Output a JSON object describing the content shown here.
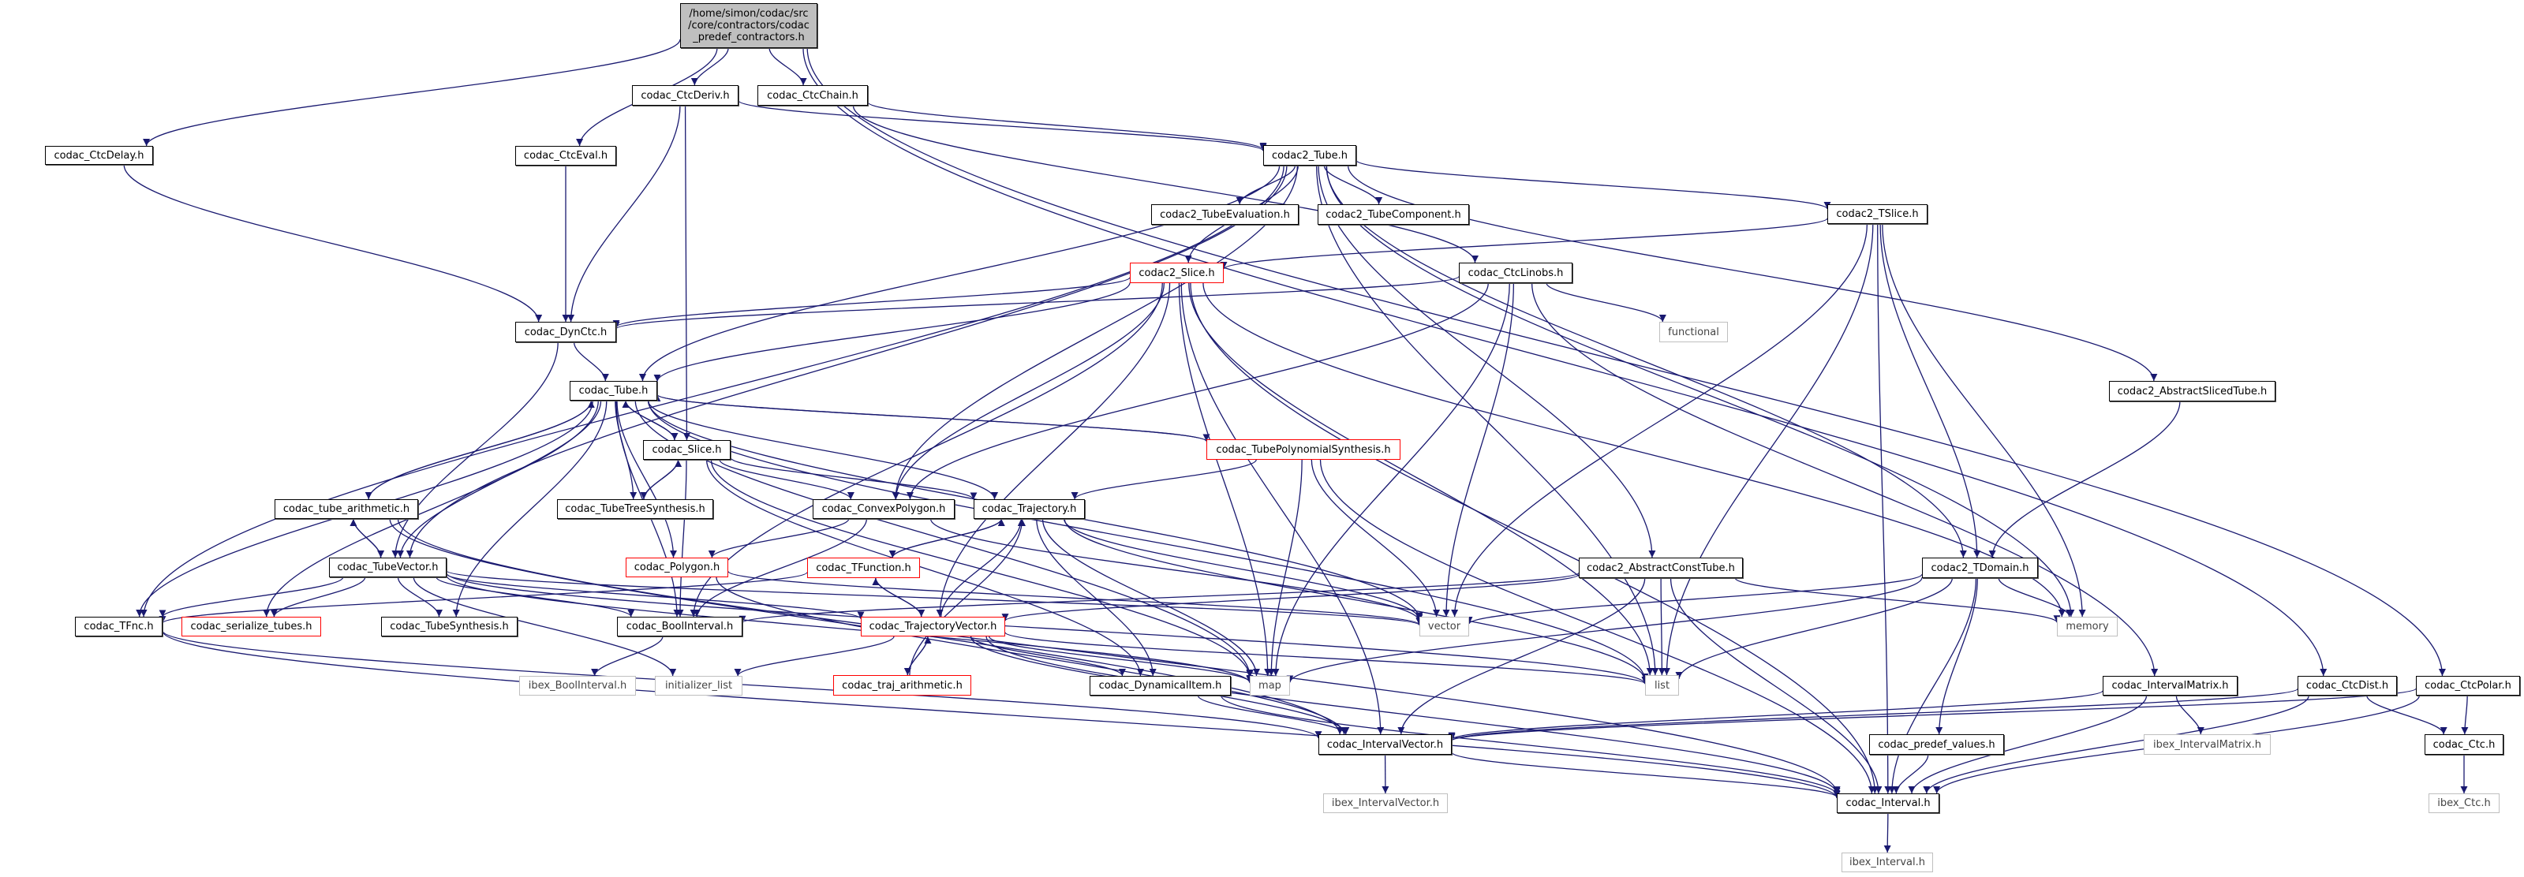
{
  "graph": {
    "title": "/home/simon/codac/src/core/contractors/codac_predef_contractors.h",
    "edge_color": "#191970",
    "nodes": [
      {
        "id": "root",
        "label": "/home/simon/codac/src\n/core/contractors/codac\n_predef_contractors.h",
        "kind": "root"
      },
      {
        "id": "CtcDeriv",
        "label": "codac_CtcDeriv.h",
        "kind": "normal"
      },
      {
        "id": "CtcChain",
        "label": "codac_CtcChain.h",
        "kind": "normal"
      },
      {
        "id": "CtcDelay",
        "label": "codac_CtcDelay.h",
        "kind": "normal"
      },
      {
        "id": "CtcEval",
        "label": "codac_CtcEval.h",
        "kind": "normal"
      },
      {
        "id": "c2Tube",
        "label": "codac2_Tube.h",
        "kind": "normal"
      },
      {
        "id": "c2TubeEvaluation",
        "label": "codac2_TubeEvaluation.h",
        "kind": "normal"
      },
      {
        "id": "c2TubeComponent",
        "label": "codac2_TubeComponent.h",
        "kind": "normal"
      },
      {
        "id": "c2TSlice",
        "label": "codac2_TSlice.h",
        "kind": "normal"
      },
      {
        "id": "c2Slice",
        "label": "codac2_Slice.h",
        "kind": "incomplete"
      },
      {
        "id": "CtcLinobs",
        "label": "codac_CtcLinobs.h",
        "kind": "normal"
      },
      {
        "id": "functional",
        "label": "functional",
        "kind": "external"
      },
      {
        "id": "DynCtc",
        "label": "codac_DynCtc.h",
        "kind": "normal"
      },
      {
        "id": "c2AbstractSlicedTube",
        "label": "codac2_AbstractSlicedTube.h",
        "kind": "normal"
      },
      {
        "id": "Tube",
        "label": "codac_Tube.h",
        "kind": "normal"
      },
      {
        "id": "Slice",
        "label": "codac_Slice.h",
        "kind": "normal"
      },
      {
        "id": "TubePolynomialSynthesis",
        "label": "codac_TubePolynomialSynthesis.h",
        "kind": "incomplete"
      },
      {
        "id": "tube_arithmetic",
        "label": "codac_tube_arithmetic.h",
        "kind": "normal"
      },
      {
        "id": "TubeTreeSynthesis",
        "label": "codac_TubeTreeSynthesis.h",
        "kind": "normal"
      },
      {
        "id": "ConvexPolygon",
        "label": "codac_ConvexPolygon.h",
        "kind": "normal"
      },
      {
        "id": "Trajectory",
        "label": "codac_Trajectory.h",
        "kind": "normal"
      },
      {
        "id": "TubeVector",
        "label": "codac_TubeVector.h",
        "kind": "normal"
      },
      {
        "id": "Polygon",
        "label": "codac_Polygon.h",
        "kind": "incomplete"
      },
      {
        "id": "TFunction",
        "label": "codac_TFunction.h",
        "kind": "incomplete"
      },
      {
        "id": "c2AbstractConstTube",
        "label": "codac2_AbstractConstTube.h",
        "kind": "normal"
      },
      {
        "id": "c2TDomain",
        "label": "codac2_TDomain.h",
        "kind": "normal"
      },
      {
        "id": "TFnc",
        "label": "codac_TFnc.h",
        "kind": "normal"
      },
      {
        "id": "serialize_tubes",
        "label": "codac_serialize_tubes.h",
        "kind": "incomplete"
      },
      {
        "id": "TubeSynthesis",
        "label": "codac_TubeSynthesis.h",
        "kind": "normal"
      },
      {
        "id": "BoolInterval",
        "label": "codac_BoolInterval.h",
        "kind": "normal"
      },
      {
        "id": "TrajectoryVector",
        "label": "codac_TrajectoryVector.h",
        "kind": "incomplete"
      },
      {
        "id": "vector",
        "label": "vector",
        "kind": "external"
      },
      {
        "id": "memory",
        "label": "memory",
        "kind": "external"
      },
      {
        "id": "ibex_BoolInterval",
        "label": "ibex_BoolInterval.h",
        "kind": "external"
      },
      {
        "id": "initializer_list",
        "label": "initializer_list",
        "kind": "external"
      },
      {
        "id": "traj_arithmetic",
        "label": "codac_traj_arithmetic.h",
        "kind": "incomplete"
      },
      {
        "id": "DynamicalItem",
        "label": "codac_DynamicalItem.h",
        "kind": "normal"
      },
      {
        "id": "map",
        "label": "map",
        "kind": "external"
      },
      {
        "id": "list",
        "label": "list",
        "kind": "external"
      },
      {
        "id": "IntervalMatrix",
        "label": "codac_IntervalMatrix.h",
        "kind": "normal"
      },
      {
        "id": "CtcDist",
        "label": "codac_CtcDist.h",
        "kind": "normal"
      },
      {
        "id": "CtcPolar",
        "label": "codac_CtcPolar.h",
        "kind": "normal"
      },
      {
        "id": "IntervalVector",
        "label": "codac_IntervalVector.h",
        "kind": "normal"
      },
      {
        "id": "predef_values",
        "label": "codac_predef_values.h",
        "kind": "normal"
      },
      {
        "id": "ibex_IntervalMatrix",
        "label": "ibex_IntervalMatrix.h",
        "kind": "external"
      },
      {
        "id": "Ctc",
        "label": "codac_Ctc.h",
        "kind": "normal"
      },
      {
        "id": "ibex_IntervalVector",
        "label": "ibex_IntervalVector.h",
        "kind": "external"
      },
      {
        "id": "Interval",
        "label": "codac_Interval.h",
        "kind": "normal"
      },
      {
        "id": "ibex_Ctc",
        "label": "ibex_Ctc.h",
        "kind": "external"
      },
      {
        "id": "ibex_Interval",
        "label": "ibex_Interval.h",
        "kind": "external"
      }
    ],
    "edges": [
      [
        "root",
        "CtcDelay"
      ],
      [
        "root",
        "CtcEval"
      ],
      [
        "root",
        "CtcDeriv"
      ],
      [
        "root",
        "CtcChain"
      ],
      [
        "root",
        "CtcDist"
      ],
      [
        "root",
        "CtcPolar"
      ],
      [
        "CtcDeriv",
        "c2Tube"
      ],
      [
        "CtcDeriv",
        "DynCtc"
      ],
      [
        "CtcDeriv",
        "Slice"
      ],
      [
        "CtcChain",
        "c2Tube"
      ],
      [
        "CtcChain",
        "CtcLinobs"
      ],
      [
        "CtcDelay",
        "DynCtc"
      ],
      [
        "CtcEval",
        "DynCtc"
      ],
      [
        "c2Tube",
        "c2TubeEvaluation"
      ],
      [
        "c2Tube",
        "c2TubeComponent"
      ],
      [
        "c2Tube",
        "c2TSlice"
      ],
      [
        "c2Tube",
        "c2Slice"
      ],
      [
        "c2Tube",
        "Tube"
      ],
      [
        "c2Tube",
        "TubeVector"
      ],
      [
        "c2Tube",
        "ConvexPolygon"
      ],
      [
        "c2Tube",
        "TFnc"
      ],
      [
        "c2Tube",
        "c2AbstractSlicedTube"
      ],
      [
        "c2Tube",
        "c2AbstractConstTube"
      ],
      [
        "c2Tube",
        "c2TDomain"
      ],
      [
        "c2Tube",
        "list"
      ],
      [
        "c2Tube",
        "memory"
      ],
      [
        "c2TSlice",
        "c2Slice"
      ],
      [
        "c2TSlice",
        "vector"
      ],
      [
        "c2TSlice",
        "list"
      ],
      [
        "c2TSlice",
        "memory"
      ],
      [
        "c2TSlice",
        "Interval"
      ],
      [
        "c2TSlice",
        "c2TDomain"
      ],
      [
        "c2Slice",
        "DynCtc"
      ],
      [
        "c2Slice",
        "Tube"
      ],
      [
        "c2Slice",
        "ConvexPolygon"
      ],
      [
        "c2Slice",
        "TrajectoryVector"
      ],
      [
        "c2Slice",
        "BoolInterval"
      ],
      [
        "c2Slice",
        "map"
      ],
      [
        "c2Slice",
        "list"
      ],
      [
        "c2Slice",
        "Interval"
      ],
      [
        "c2Slice",
        "memory"
      ],
      [
        "c2Slice",
        "IntervalVector"
      ],
      [
        "CtcLinobs",
        "DynCtc"
      ],
      [
        "CtcLinobs",
        "functional"
      ],
      [
        "CtcLinobs",
        "ConvexPolygon"
      ],
      [
        "CtcLinobs",
        "vector"
      ],
      [
        "CtcLinobs",
        "map"
      ],
      [
        "CtcLinobs",
        "IntervalMatrix"
      ],
      [
        "DynCtc",
        "Tube"
      ],
      [
        "DynCtc",
        "TubeVector"
      ],
      [
        "c2AbstractSlicedTube",
        "c2TDomain"
      ],
      [
        "Tube",
        "Slice"
      ],
      [
        "Tube",
        "TubePolynomialSynthesis"
      ],
      [
        "Tube",
        "tube_arithmetic"
      ],
      [
        "Tube",
        "TubeTreeSynthesis"
      ],
      [
        "Tube",
        "Trajectory"
      ],
      [
        "Tube",
        "TubeVector"
      ],
      [
        "Tube",
        "Polygon"
      ],
      [
        "Tube",
        "TFnc"
      ],
      [
        "Tube",
        "serialize_tubes"
      ],
      [
        "Tube",
        "TubeSynthesis"
      ],
      [
        "Tube",
        "BoolInterval"
      ],
      [
        "Tube",
        "vector"
      ],
      [
        "Tube",
        "map"
      ],
      [
        "Tube",
        "list"
      ],
      [
        "Slice",
        "Tube"
      ],
      [
        "Slice",
        "TubeTreeSynthesis"
      ],
      [
        "Slice",
        "ConvexPolygon"
      ],
      [
        "Slice",
        "Trajectory"
      ],
      [
        "Slice",
        "BoolInterval"
      ],
      [
        "Slice",
        "DynamicalItem"
      ],
      [
        "Slice",
        "map"
      ],
      [
        "TubePolynomialSynthesis",
        "Tube"
      ],
      [
        "TubePolynomialSynthesis",
        "Trajectory"
      ],
      [
        "TubePolynomialSynthesis",
        "vector"
      ],
      [
        "TubePolynomialSynthesis",
        "map"
      ],
      [
        "TubePolynomialSynthesis",
        "Interval"
      ],
      [
        "tube_arithmetic",
        "Tube"
      ],
      [
        "tube_arithmetic",
        "TubeVector"
      ],
      [
        "tube_arithmetic",
        "IntervalVector"
      ],
      [
        "tube_arithmetic",
        "Interval"
      ],
      [
        "TubeTreeSynthesis",
        "Slice"
      ],
      [
        "ConvexPolygon",
        "Polygon"
      ],
      [
        "ConvexPolygon",
        "vector"
      ],
      [
        "ConvexPolygon",
        "BoolInterval"
      ],
      [
        "Trajectory",
        "TFunction"
      ],
      [
        "Trajectory",
        "DynamicalItem"
      ],
      [
        "Trajectory",
        "map"
      ],
      [
        "Trajectory",
        "list"
      ],
      [
        "Trajectory",
        "vector"
      ],
      [
        "TubeVector",
        "tube_arithmetic"
      ],
      [
        "TubeVector",
        "TFnc"
      ],
      [
        "TubeVector",
        "serialize_tubes"
      ],
      [
        "TubeVector",
        "TubeSynthesis"
      ],
      [
        "TubeVector",
        "BoolInterval"
      ],
      [
        "TubeVector",
        "TrajectoryVector"
      ],
      [
        "TubeVector",
        "vector"
      ],
      [
        "TubeVector",
        "initializer_list"
      ],
      [
        "TubeVector",
        "map"
      ],
      [
        "TubeVector",
        "list"
      ],
      [
        "Polygon",
        "vector"
      ],
      [
        "Polygon",
        "IntervalVector"
      ],
      [
        "TFunction",
        "Trajectory"
      ],
      [
        "TFunction",
        "TrajectoryVector"
      ],
      [
        "TFunction",
        "TFnc"
      ],
      [
        "c2AbstractConstTube",
        "TrajectoryVector"
      ],
      [
        "c2AbstractConstTube",
        "BoolInterval"
      ],
      [
        "c2AbstractConstTube",
        "list"
      ],
      [
        "c2AbstractConstTube",
        "memory"
      ],
      [
        "c2AbstractConstTube",
        "IntervalVector"
      ],
      [
        "c2AbstractConstTube",
        "Interval"
      ],
      [
        "c2TDomain",
        "vector"
      ],
      [
        "c2TDomain",
        "map"
      ],
      [
        "c2TDomain",
        "list"
      ],
      [
        "c2TDomain",
        "memory"
      ],
      [
        "c2TDomain",
        "predef_values"
      ],
      [
        "c2TDomain",
        "Interval"
      ],
      [
        "TFnc",
        "IntervalVector"
      ],
      [
        "TFnc",
        "Interval"
      ],
      [
        "BoolInterval",
        "ibex_BoolInterval"
      ],
      [
        "TrajectoryVector",
        "Trajectory"
      ],
      [
        "TrajectoryVector",
        "TFunction"
      ],
      [
        "TrajectoryVector",
        "traj_arithmetic"
      ],
      [
        "TrajectoryVector",
        "DynamicalItem"
      ],
      [
        "TrajectoryVector",
        "map"
      ],
      [
        "TrajectoryVector",
        "list"
      ],
      [
        "TrajectoryVector",
        "initializer_list"
      ],
      [
        "TrajectoryVector",
        "IntervalVector"
      ],
      [
        "TrajectoryVector",
        "Interval"
      ],
      [
        "traj_arithmetic",
        "TrajectoryVector"
      ],
      [
        "traj_arithmetic",
        "Trajectory"
      ],
      [
        "DynamicalItem",
        "IntervalVector"
      ],
      [
        "DynamicalItem",
        "Interval"
      ],
      [
        "IntervalMatrix",
        "ibex_IntervalMatrix"
      ],
      [
        "IntervalMatrix",
        "IntervalVector"
      ],
      [
        "IntervalMatrix",
        "Interval"
      ],
      [
        "CtcDist",
        "Ctc"
      ],
      [
        "CtcDist",
        "IntervalVector"
      ],
      [
        "CtcDist",
        "Interval"
      ],
      [
        "CtcPolar",
        "Ctc"
      ],
      [
        "CtcPolar",
        "IntervalVector"
      ],
      [
        "CtcPolar",
        "Interval"
      ],
      [
        "IntervalVector",
        "ibex_IntervalVector"
      ],
      [
        "IntervalVector",
        "Interval"
      ],
      [
        "predef_values",
        "Interval"
      ],
      [
        "Ctc",
        "ibex_Ctc"
      ],
      [
        "Interval",
        "ibex_Interval"
      ]
    ]
  }
}
